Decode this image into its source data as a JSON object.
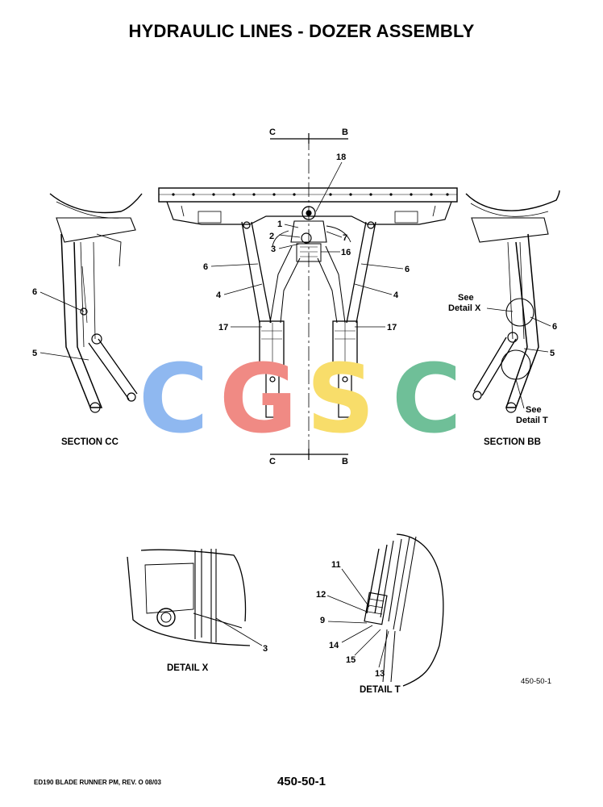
{
  "title": "HYDRAULIC LINES - DOZER ASSEMBLY",
  "section_markers": {
    "c": "C",
    "b": "B"
  },
  "sections": {
    "cc": "SECTION CC",
    "bb": "SECTION BB",
    "detail_x": "DETAIL X",
    "detail_t": "DETAIL T"
  },
  "see_detail": {
    "x_line1": "See",
    "x_line2": "Detail X",
    "t_line1": "See",
    "t_line2": "Detail T"
  },
  "callouts": {
    "c1": "1",
    "c2": "2",
    "c3": "3",
    "c4": "4",
    "c5": "5",
    "c6": "6",
    "c7": "7",
    "c9": "9",
    "c11": "11",
    "c12": "12",
    "c13": "13",
    "c14": "14",
    "c15": "15",
    "c16": "16",
    "c17": "17",
    "c18": "18"
  },
  "figure_ref": "450-50-1",
  "watermark": {
    "c1": "C",
    "g": "G",
    "s": "S",
    "c2": "C",
    "colors": {
      "blue": "#8fb8f0",
      "red": "#f08a84",
      "yellow": "#f8dd6a",
      "green": "#6fbf98"
    }
  },
  "footer": {
    "left": "ED190 BLADE RUNNER PM, REV. O 08/03",
    "center": "450-50-1"
  }
}
